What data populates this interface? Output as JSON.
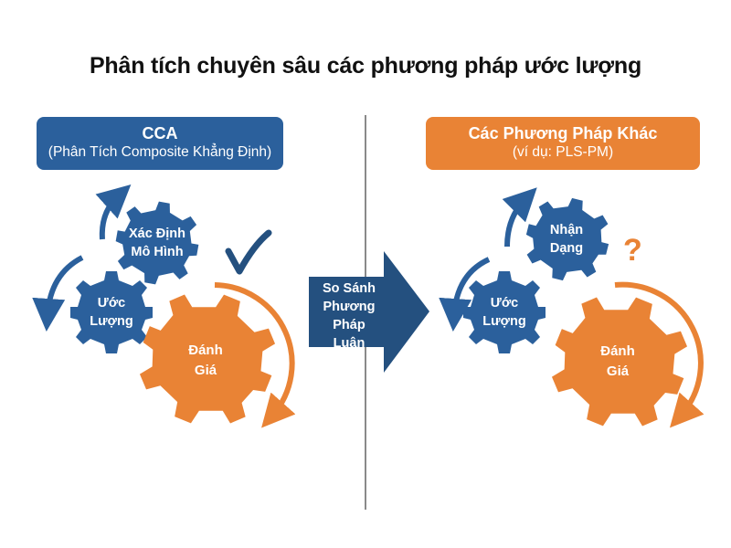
{
  "title": "Phân tích chuyên sâu các phương pháp ước lượng",
  "left": {
    "header_title": "CCA",
    "header_subtitle": "(Phân Tích Composite Khẳng Định)",
    "gears": [
      {
        "line1": "Xác Định",
        "line2": "Mô Hình"
      },
      {
        "line1": "Ước",
        "line2": "Lượng"
      },
      {
        "line1": "Đánh",
        "line2": "Giá"
      }
    ],
    "status_icon": "checkmark-icon"
  },
  "center": {
    "line1": "So Sánh",
    "line2": "Phương Pháp",
    "line3": "Luận"
  },
  "right": {
    "header_title": "Các Phương Pháp Khác",
    "header_subtitle": "(ví dụ: PLS-PM)",
    "gears": [
      {
        "line1": "Nhận",
        "line2": "Dạng"
      },
      {
        "line1": "Ước",
        "line2": "Lượng"
      },
      {
        "line1": "Đánh",
        "line2": "Giá"
      }
    ],
    "status_icon": "question-mark-icon",
    "status_glyph": "?"
  },
  "colors": {
    "blue": "#2b609c",
    "dark_blue": "#24507f",
    "orange": "#e98335",
    "divider": "#8a8a8a"
  }
}
